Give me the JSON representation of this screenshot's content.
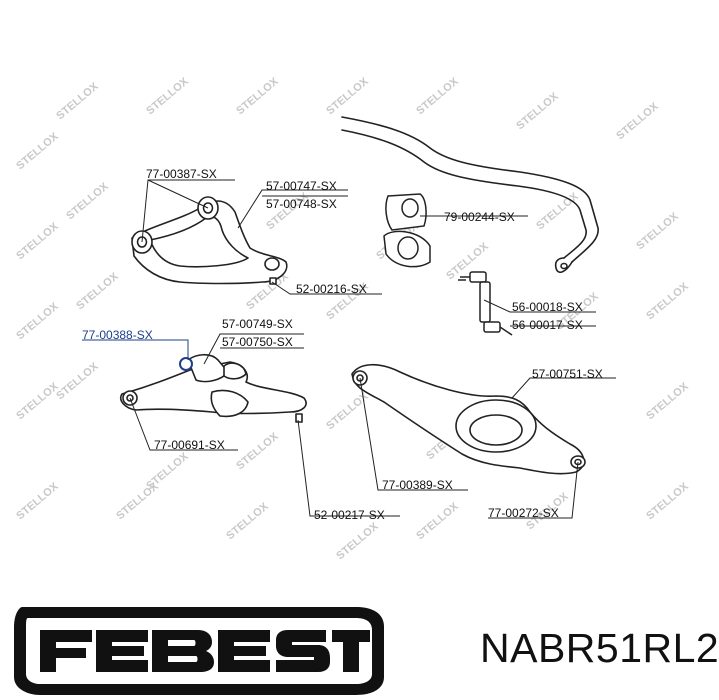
{
  "watermark": "STELLOX",
  "labels": {
    "l1": "77-00387-SX",
    "l2": "57-00747-SX",
    "l3": "57-00748-SX",
    "l4": "79-00244-SX",
    "l5": "52-00216-SX",
    "l6": "56-00018-SX",
    "l7": "56-00017-SX",
    "l8": "77-00388-SX",
    "l9": "57-00749-SX",
    "l10": "57-00750-SX",
    "l11": "57-00751-SX",
    "l12": "77-00691-SX",
    "l13": "77-00389-SX",
    "l14": "52-00217-SX",
    "l15": "77-00272-SX"
  },
  "brand": {
    "logo": "FEBEST",
    "part_number": "NABR51RL2"
  },
  "colors": {
    "line": "#222222",
    "highlight": "#1d3f8a",
    "watermark": "#c9c9c9"
  }
}
